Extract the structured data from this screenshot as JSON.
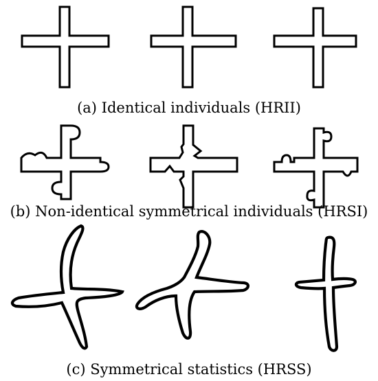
{
  "captions": {
    "a": "(a) Identical individuals (HRII)",
    "b": "(b) Non-identical symmetrical individuals (HRSI)",
    "c": "(c) Symmetrical statistics (HRSS)"
  },
  "panels": [
    {
      "id": "a",
      "shape": "cross",
      "count": 3
    },
    {
      "id": "b",
      "shape": "cross-with-bumps",
      "count": 3
    },
    {
      "id": "c",
      "shape": "hand-drawn-cross",
      "count": 3
    }
  ]
}
